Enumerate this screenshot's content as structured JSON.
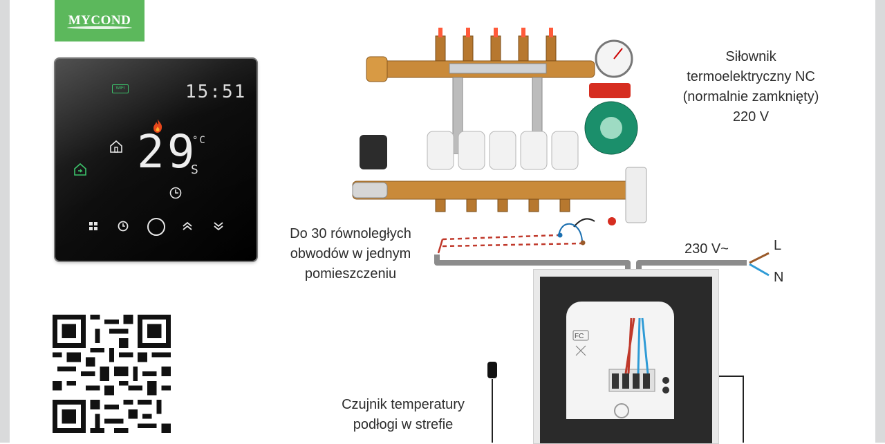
{
  "brand": {
    "logo_text": "MYCOND"
  },
  "thermostat": {
    "wifi_label": "WIFI",
    "clock": "15:51",
    "temperature": "29",
    "unit": "°C",
    "mode_letter": "S",
    "buttons": [
      "menu-icon",
      "clock-icon",
      "power-icon",
      "up-icon",
      "down-icon"
    ],
    "colors": {
      "flame": "#e8471b",
      "status_green": "#3cc46b"
    }
  },
  "labels": {
    "actuator": [
      "Siłownik",
      "termoelektryczny NC",
      "(normalnie zamknięty)",
      "220 V"
    ],
    "circuits": [
      "Do 30 równoległych",
      "obwodów w jednym",
      "pomieszczeniu"
    ],
    "voltage": "230 V~",
    "line_L": "L",
    "line_N": "N",
    "sensor": [
      "Czujnik temperatury",
      "podłogi w strefie"
    ]
  },
  "wire_colors": {
    "brown": "#9a5a2a",
    "blue": "#2f9bd6",
    "red": "#c0392b",
    "gray": "#8c8c8c"
  }
}
